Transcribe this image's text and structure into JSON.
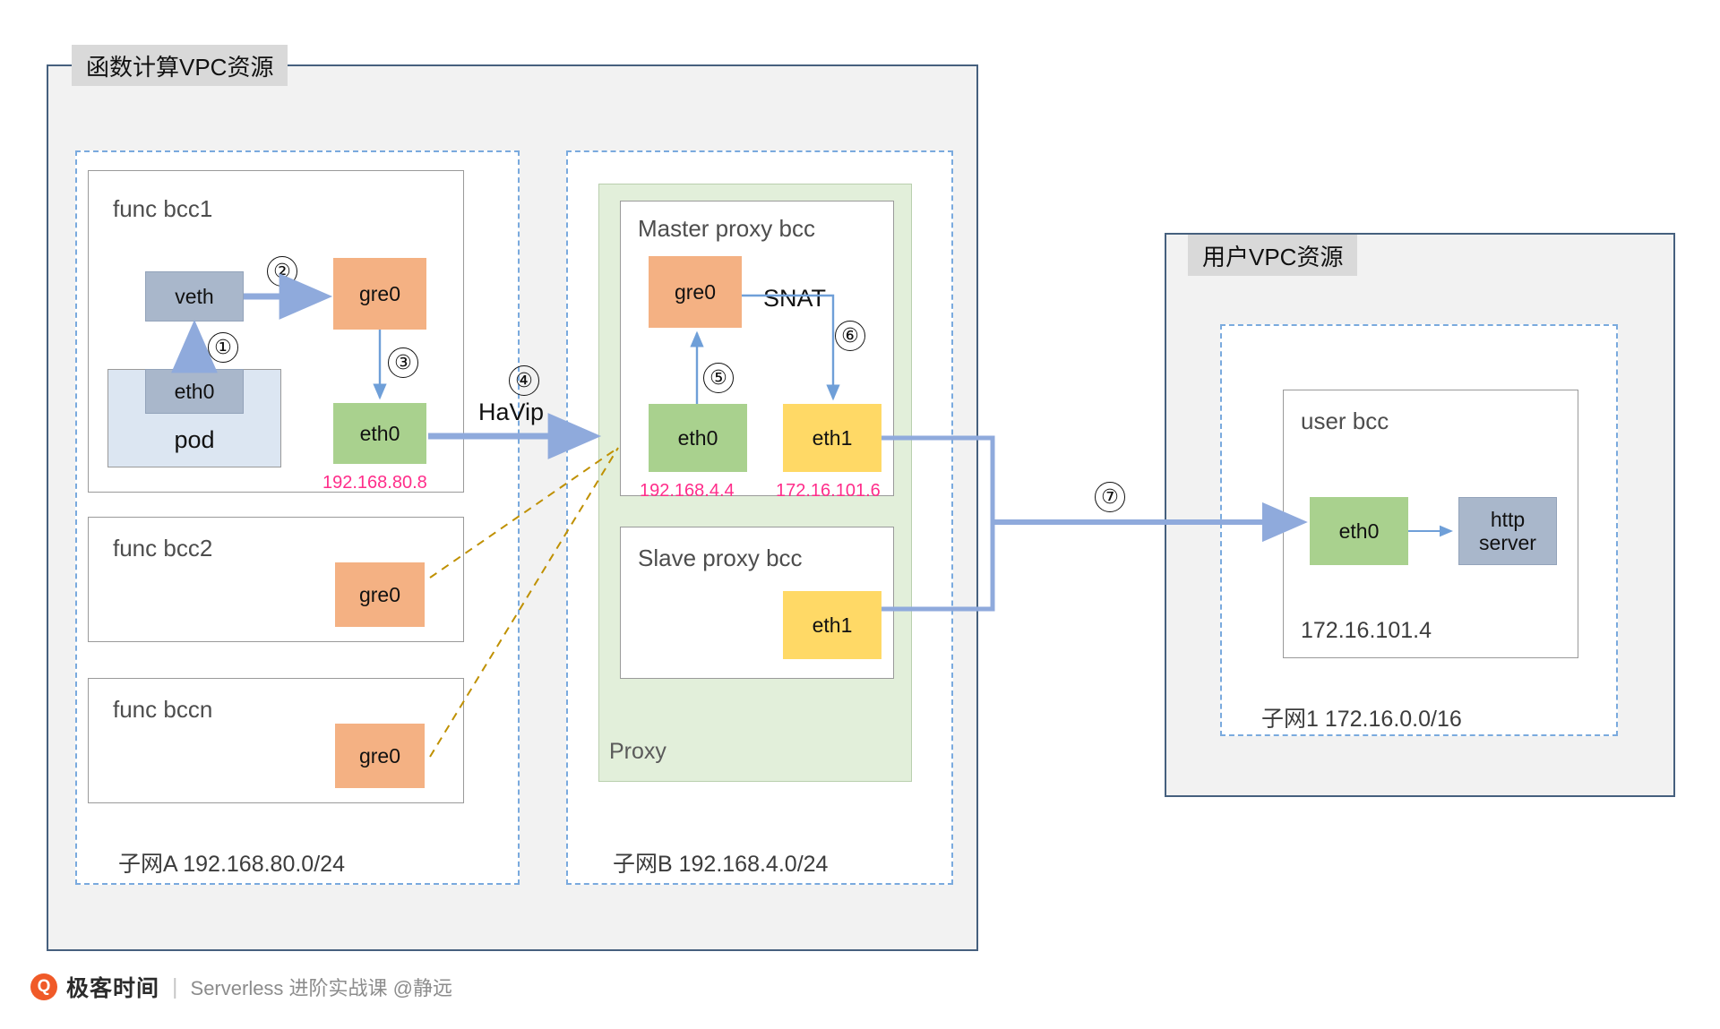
{
  "diagram": {
    "fc_vpc": {
      "title": "函数计算VPC资源",
      "subnet_a": {
        "label": "子网A 192.168.80.0/24",
        "hosts": [
          {
            "title": "func bcc1",
            "nodes": {
              "veth": "veth",
              "gre0": "gre0",
              "pod_eth0": "eth0",
              "pod": "pod",
              "green_eth0": "eth0"
            },
            "ip": "192.168.80.8"
          },
          {
            "title": "func bcc2",
            "nodes": {
              "gre0": "gre0"
            }
          },
          {
            "title": "func bccn",
            "nodes": {
              "gre0": "gre0"
            }
          }
        ]
      },
      "subnet_b": {
        "label": "子网B 192.168.4.0/24",
        "group_label": "Proxy",
        "master": {
          "title": "Master proxy bcc",
          "nodes": {
            "gre0": "gre0",
            "eth0": "eth0",
            "eth1": "eth1"
          },
          "snat_label": "SNAT",
          "eth0_ip": "192.168.4.4",
          "eth1_ip": "172.16.101.6"
        },
        "slave": {
          "title": "Slave proxy bcc",
          "nodes": {
            "eth1": "eth1"
          }
        }
      }
    },
    "user_vpc": {
      "title": "用户VPC资源",
      "subnet1": {
        "label": "子网1 172.16.0.0/16",
        "host": {
          "title": "user bcc",
          "nodes": {
            "eth0": "eth0",
            "http_server": "http\nserver"
          },
          "ip": "172.16.101.4"
        }
      }
    },
    "steps": {
      "s1": "①",
      "s2": "②",
      "s3": "③",
      "s4": "④",
      "s5": "⑤",
      "s6": "⑥",
      "s7": "⑦"
    },
    "labels": {
      "havip": "HaVip"
    },
    "colors": {
      "gray_node": "#a9b7cb",
      "orange_node": "#f4b183",
      "green_node": "#a9d18e",
      "yellow_node": "#ffd966",
      "pod_fill": "#dce6f2",
      "proxy_fill": "#e2efda",
      "vpc_border": "#46607e",
      "subnet_dash": "#7aaade",
      "arrow_blue": "#8faadc",
      "gre_dash": "#bf9000",
      "ip_pink": "#ff2d8a"
    }
  },
  "footer": {
    "logo_glyph": "Q",
    "brand": "极客时间",
    "divider": "|",
    "course": "Serverless 进阶实战课 @静远"
  }
}
